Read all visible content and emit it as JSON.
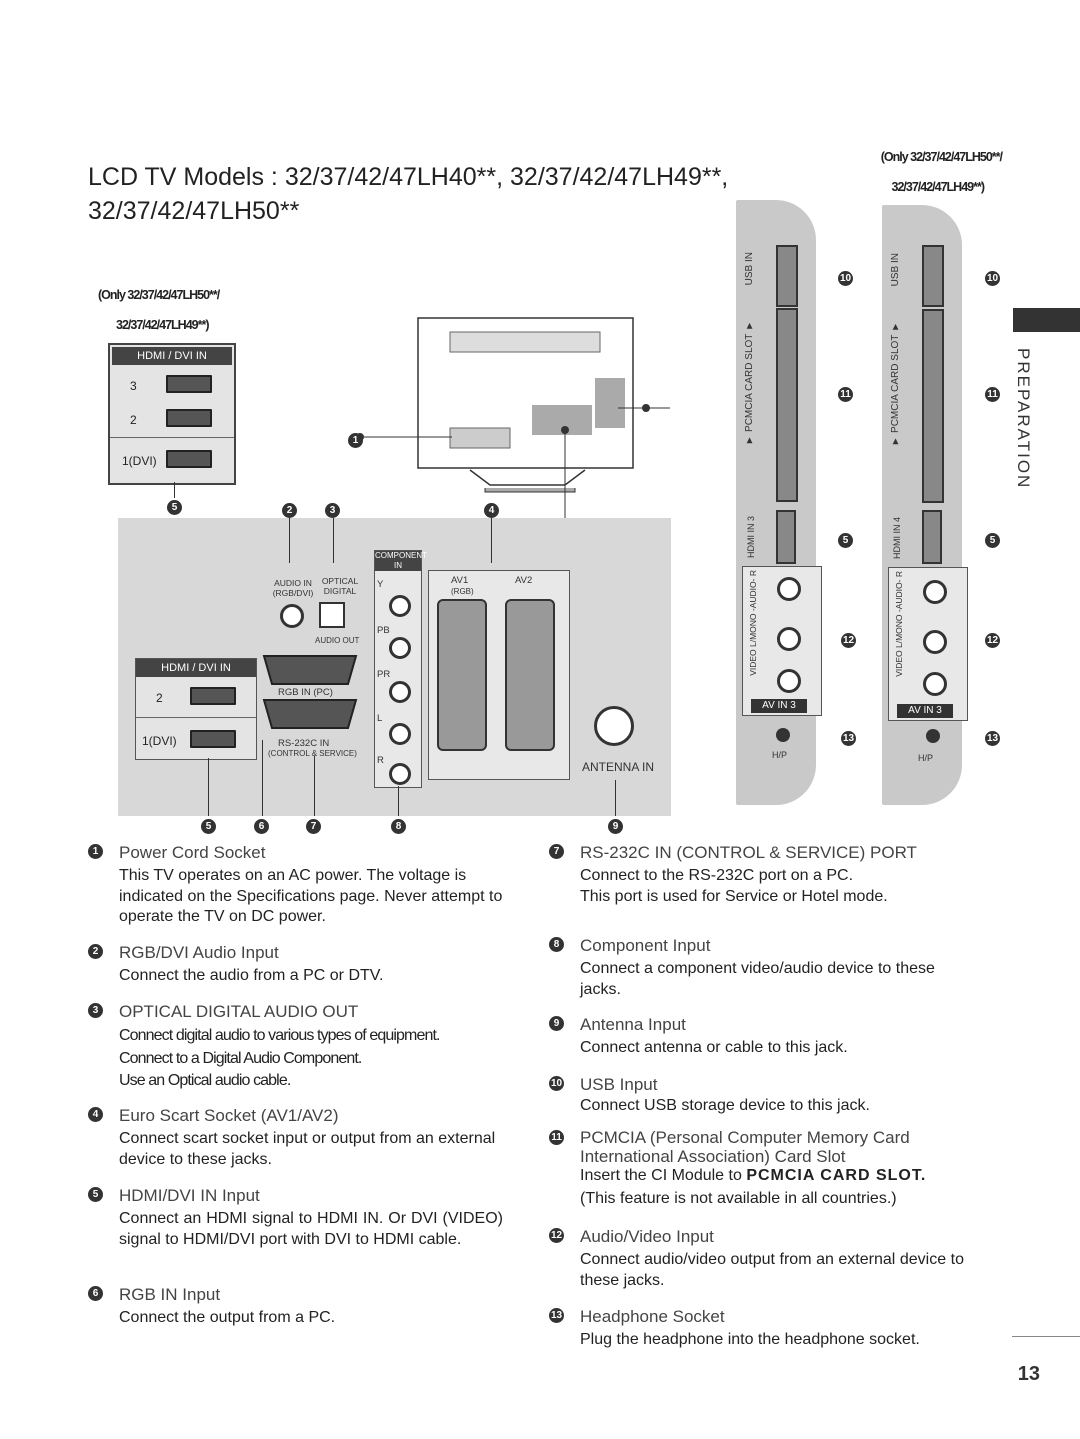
{
  "title_line1": "LCD TV Models : 32/37/42/47LH40**, 32/37/42/47LH49**,",
  "title_line2": "32/37/42/47LH50**",
  "notes": {
    "left_a": "(Only 32/37/42/47LH50**/",
    "left_b": "32/37/42/47LH49**)",
    "right_a": "(Only 32/37/42/47LH50**/",
    "right_b": "32/37/42/47LH49**)"
  },
  "diagram": {
    "hdmi_dvi_in": "HDMI / DVI IN",
    "hdmi_top_ports": [
      "3",
      "2",
      "1(DVI)"
    ],
    "hdmi_bottom_ports": [
      "2",
      "1(DVI)"
    ],
    "audio_in": "AUDIO IN (RGB/DVI)",
    "optical": "OPTICAL DIGITAL",
    "audio_out": "AUDIO OUT",
    "rgb_in": "RGB IN (PC)",
    "rs232c": "RS-232C IN",
    "control_service": "(CONTROL & SERVICE)",
    "component": "COMPONENT IN",
    "comp_y": "Y",
    "comp_pb": "PB",
    "comp_pr": "PR",
    "comp_l": "L",
    "comp_r": "R",
    "video": "VIDEO",
    "audio": "AUDIO",
    "av1": "AV1",
    "av1_sub": "(RGB)",
    "av2": "AV2",
    "antenna_in": "ANTENNA IN",
    "side_left": {
      "usb_in": "USB IN",
      "pcmcia": "▼ PCMCIA CARD SLOT ▼",
      "hdmi": "HDMI IN 3",
      "av_labels": "VIDEO L/MONO -AUDIO- R",
      "av_in": "AV IN 3",
      "hp": "H/P"
    },
    "side_right": {
      "usb_in": "USB IN",
      "pcmcia": "▼ PCMCIA CARD SLOT ▼",
      "hdmi": "HDMI IN 4",
      "av_labels": "VIDEO L/MONO -AUDIO- R",
      "av_in": "AV IN 3",
      "hp": "H/P"
    },
    "callouts": [
      "1",
      "2",
      "3",
      "4",
      "5",
      "5",
      "6",
      "7",
      "8",
      "9",
      "10",
      "11",
      "12",
      "13",
      "5",
      "10",
      "11",
      "12",
      "13"
    ]
  },
  "items_left": [
    {
      "n": "1",
      "title": "Power Cord Socket",
      "text": "This TV operates on an AC power. The voltage is indicated on the Specifications page. Never attempt to operate the TV on DC power."
    },
    {
      "n": "2",
      "title": "RGB/DVI Audio Input",
      "text": "Connect the audio from a PC or DTV."
    },
    {
      "n": "3",
      "title": "OPTICAL DIGITAL AUDIO OUT",
      "text1": "Connect digital audio to various types of equipment.",
      "text2": "Connect to a Digital Audio Component.",
      "text3": "Use an Optical audio cable."
    },
    {
      "n": "4",
      "title": "Euro Scart Socket (AV1/AV2)",
      "text": "Connect scart socket input or output from an external device to these jacks."
    },
    {
      "n": "5",
      "title": "HDMI/DVI IN Input",
      "text": "Connect an HDMI signal to HDMI IN. Or DVI (VIDEO) signal to HDMI/DVI port with DVI to HDMI cable."
    },
    {
      "n": "6",
      "title": "RGB IN Input",
      "text": "Connect the output from a PC."
    }
  ],
  "items_right": [
    {
      "n": "7",
      "title": "RS-232C IN (CONTROL & SERVICE) PORT",
      "text1": "Connect to the RS-232C port on a PC.",
      "text2": "This port is used for Service or Hotel mode."
    },
    {
      "n": "8",
      "title": "Component Input",
      "text": "Connect a component video/audio device to these jacks."
    },
    {
      "n": "9",
      "title": "Antenna Input",
      "text": "Connect antenna or cable to this jack."
    },
    {
      "n": "10",
      "title": "USB Input",
      "text": "Connect USB storage device to this jack."
    },
    {
      "n": "11",
      "title1": "PCMCIA (Personal Computer Memory Card",
      "title2": "International Association) Card Slot",
      "text_pre": "Insert the CI Module to ",
      "text_bold": "PCMCIA CARD SLOT.",
      "text2": "(This feature is not available in all countries.)"
    },
    {
      "n": "12",
      "title": "Audio/Video Input",
      "text": "Connect audio/video output from an external device to these jacks."
    },
    {
      "n": "13",
      "title": "Headphone Socket",
      "text": "Plug the headphone into the headphone socket."
    }
  ],
  "side_label": "PREPARATION",
  "page_number": "13"
}
